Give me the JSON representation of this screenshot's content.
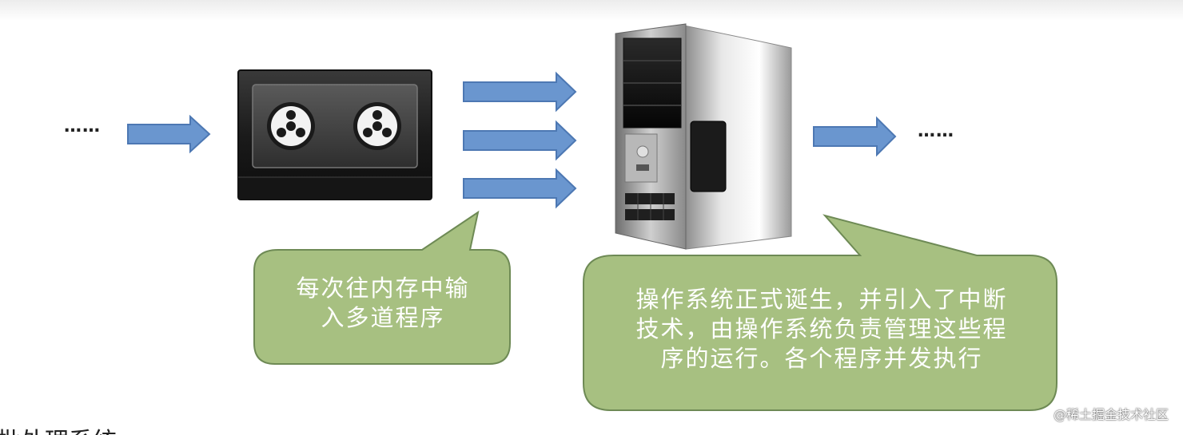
{
  "ellipsis_left": "……",
  "ellipsis_right": "……",
  "bubble_left": {
    "line1": "每次往内存中输",
    "line2": "入多道程序"
  },
  "bubble_right": {
    "line1": "操作系统正式诞生，并引入了中断",
    "line2": "技术，由操作系统负责管理这些程",
    "line3": "序的运行。各个程序并发执行"
  },
  "watermark": "@稀土掘金技术社区",
  "bottom_text": "批处理系统",
  "colors": {
    "arrow_fill": "#6a96cf",
    "arrow_stroke": "#4d78b3",
    "bubble_fill": "#a7c081",
    "bubble_stroke": "#6e8a55"
  },
  "icons": {
    "tape_drive": "tape-drive-icon",
    "server_tower": "server-tower-icon"
  }
}
